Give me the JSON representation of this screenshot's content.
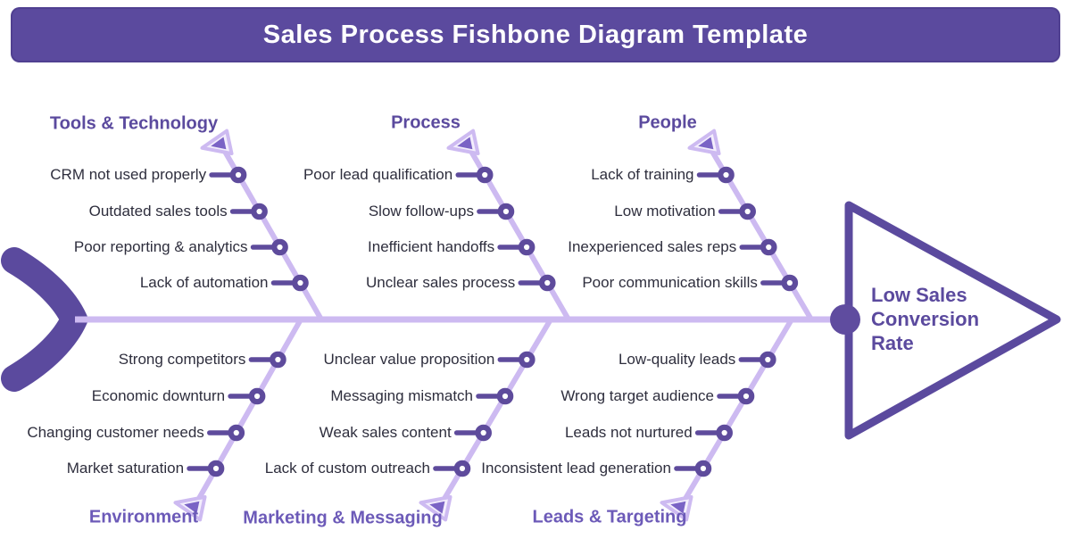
{
  "title": "Sales Process Fishbone Diagram Template",
  "effect": {
    "label": "Low Sales Conversion Rate"
  },
  "colors": {
    "primary_purple": "#5b4a9e",
    "bone_lavender": "#cdbaf1",
    "node_purple": "#5e4b9c",
    "arrow_inner_purple": "#7a63c5",
    "category_bottom_purple": "#6c5ab8",
    "cause_text": "#2e2e3d",
    "background": "#ffffff"
  },
  "branches": [
    {
      "id": "tools",
      "label": "Tools & Technology",
      "position": "top",
      "causes": [
        "CRM not used properly",
        "Outdated sales tools",
        "Poor reporting & analytics",
        "Lack of automation"
      ]
    },
    {
      "id": "process",
      "label": "Process",
      "position": "top",
      "causes": [
        "Poor lead qualification",
        "Slow follow-ups",
        "Inefficient handoffs",
        "Unclear sales process"
      ]
    },
    {
      "id": "people",
      "label": "People",
      "position": "top",
      "causes": [
        "Lack of training",
        "Low motivation",
        "Inexperienced sales reps",
        "Poor communication skills"
      ]
    },
    {
      "id": "environment",
      "label": "Environment",
      "position": "bottom",
      "causes": [
        "Strong competitors",
        "Economic downturn",
        "Changing customer needs",
        "Market saturation"
      ]
    },
    {
      "id": "marketing",
      "label": "Marketing & Messaging",
      "position": "bottom",
      "causes": [
        "Unclear value proposition",
        "Messaging mismatch",
        "Weak sales content",
        "Lack of custom outreach"
      ]
    },
    {
      "id": "leads",
      "label": "Leads & Targeting",
      "position": "bottom",
      "causes": [
        "Low-quality leads",
        "Wrong target audience",
        "Leads not nurtured",
        "Inconsistent lead generation"
      ]
    }
  ]
}
